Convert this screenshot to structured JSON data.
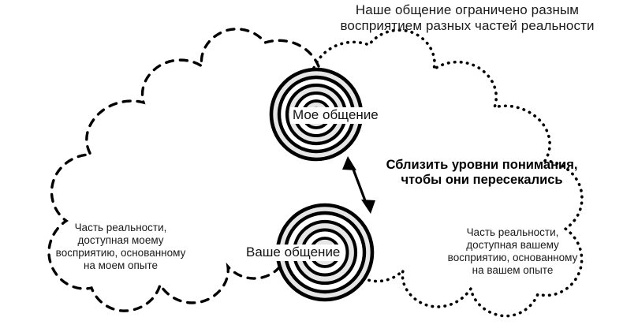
{
  "diagram": {
    "title": "Наше общение ограничено разным\nвосприятием разных частей реальности",
    "emphasis": "Сблизить уровни понимания,\nчтобы они пересекались",
    "left_caption": "Часть реальности,\nдоступная моему\nвосприятию, основанному\nна моем опыте",
    "right_caption": "Часть реальности,\nдоступная вашему\nвосприятию, основанному\nна вашем опыте",
    "circles": {
      "top_label": "Мое общение",
      "bottom_label": "Ваше общение"
    },
    "colors": {
      "ink": "#000000",
      "text": "#1a1a1a",
      "ring_fill": "#e6e6e6",
      "background": "#ffffff"
    },
    "shapes": {
      "left_cloud_style": "dashed",
      "right_cloud_style": "dotted",
      "connector": "double-headed-arrow"
    }
  }
}
